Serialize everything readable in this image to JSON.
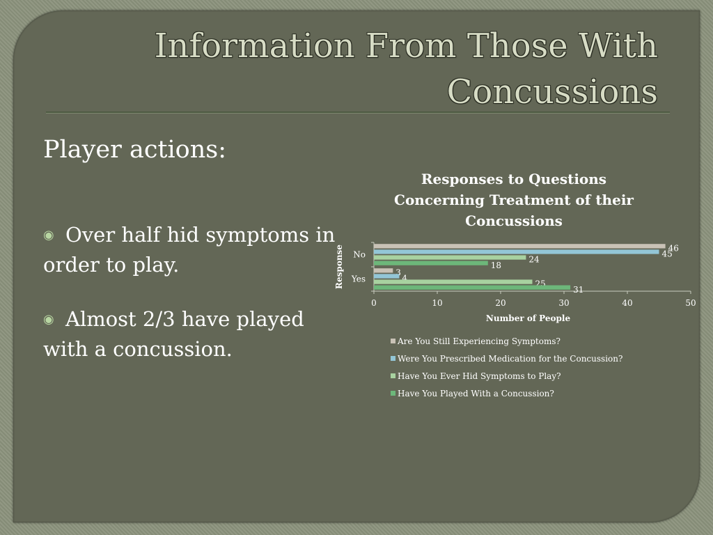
{
  "slide": {
    "title_line1": "Information From Those With",
    "title_line2": "Concussions",
    "heading": "Player actions:",
    "bullets": [
      "Over half hid symptoms in order to play.",
      "Almost 2/3 have played with a concussion."
    ]
  },
  "colors": {
    "slide_bg": "#636756",
    "title": "#d7dcc5",
    "series": [
      "#c9c2b6",
      "#93c6d6",
      "#a8d2a0",
      "#6db77a"
    ]
  },
  "chart_data": {
    "type": "bar",
    "orientation": "horizontal",
    "title_lines": [
      "Responses to Questions",
      "Concerning Treatment of their",
      "Concussions"
    ],
    "xlabel": "Number of People",
    "ylabel": "Response",
    "categories": [
      "No",
      "Yes"
    ],
    "xlim": [
      0,
      50
    ],
    "xticks": [
      0,
      10,
      20,
      30,
      40,
      50
    ],
    "grid": false,
    "legend_position": "bottom",
    "series": [
      {
        "name": "Are You Still Experiencing Symptoms?",
        "values": [
          46,
          3
        ]
      },
      {
        "name": "Were You Prescribed Medication for the Concussion?",
        "values": [
          45,
          4
        ]
      },
      {
        "name": "Have You Ever Hid Symptoms to Play?",
        "values": [
          24,
          25
        ]
      },
      {
        "name": "Have You Played With a Concussion?",
        "values": [
          18,
          31
        ]
      }
    ]
  }
}
